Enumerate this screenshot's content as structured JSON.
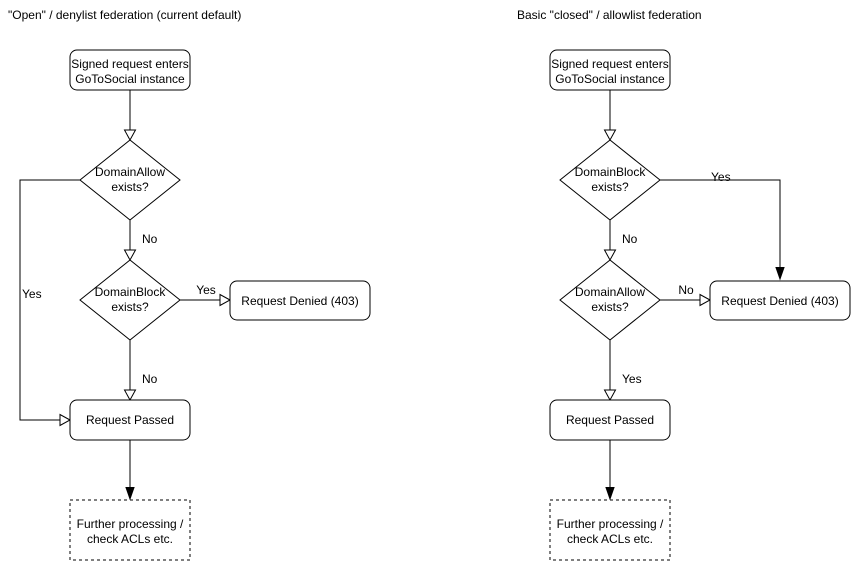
{
  "colors": {
    "line": "#000000",
    "text": "#000000",
    "background": "#ffffff",
    "node_fill": "#ffffff"
  },
  "left_chart": {
    "title": "\"Open\" / denylist federation (current default)",
    "nodes": {
      "start": {
        "line1": "Signed request enters",
        "line2": "GoToSocial instance"
      },
      "decision_allow": {
        "line1": "DomainAllow",
        "line2": "exists?"
      },
      "decision_block": {
        "line1": "DomainBlock",
        "line2": "exists?"
      },
      "denied": {
        "label": "Request Denied (403)"
      },
      "passed": {
        "label": "Request Passed"
      },
      "further": {
        "line1": "Further processing /",
        "line2": "check ACLs etc."
      }
    },
    "edge_labels": {
      "allow_no": "No",
      "allow_yes": "Yes",
      "block_yes": "Yes",
      "block_no": "No"
    }
  },
  "right_chart": {
    "title": "Basic \"closed\" / allowlist federation",
    "nodes": {
      "start": {
        "line1": "Signed request enters",
        "line2": "GoToSocial instance"
      },
      "decision_block": {
        "line1": "DomainBlock",
        "line2": "exists?"
      },
      "decision_allow": {
        "line1": "DomainAllow",
        "line2": "exists?"
      },
      "denied": {
        "label": "Request Denied (403)"
      },
      "passed": {
        "label": "Request Passed"
      },
      "further": {
        "line1": "Further processing /",
        "line2": "check ACLs etc."
      }
    },
    "edge_labels": {
      "block_yes": "Yes",
      "block_no": "No",
      "allow_no": "No",
      "allow_yes": "Yes"
    }
  }
}
